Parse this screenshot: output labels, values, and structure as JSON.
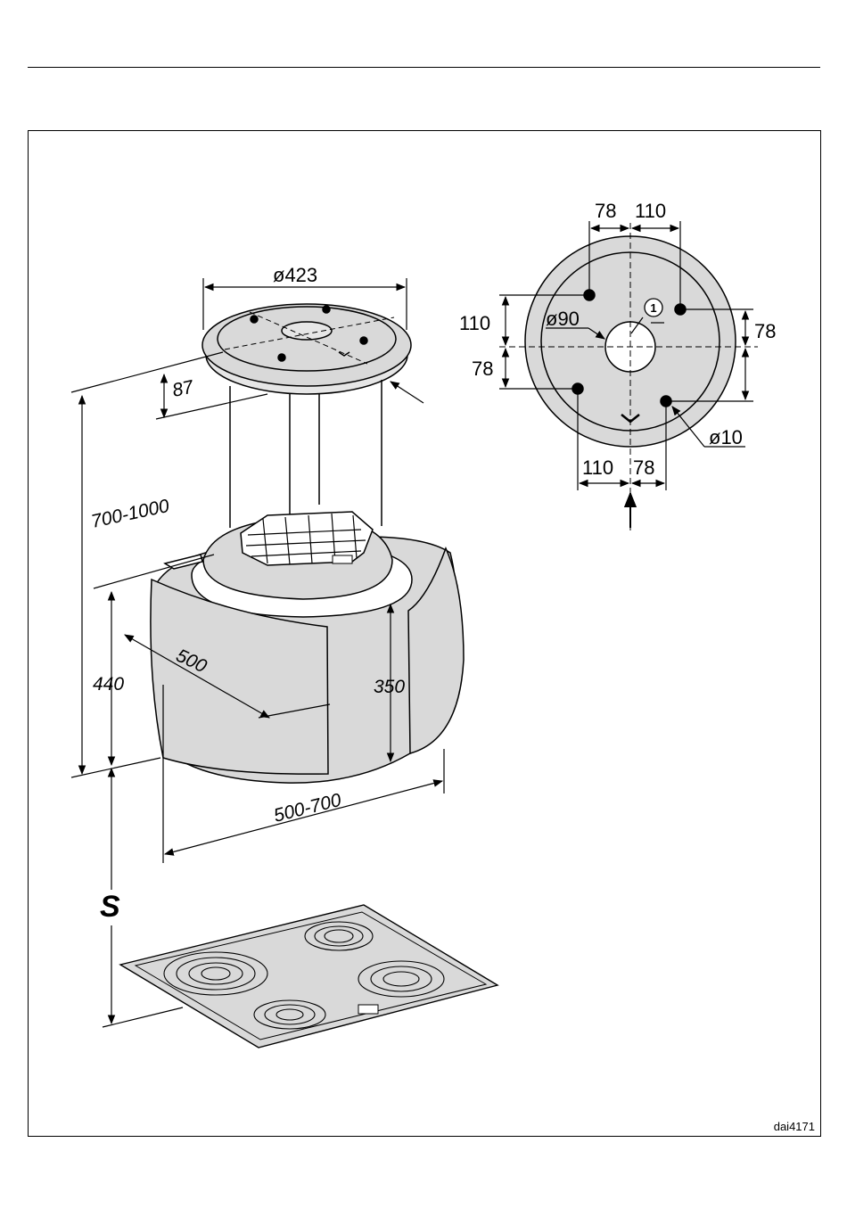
{
  "figure_id": "dai4171",
  "colors": {
    "fill": "#d9d9d9",
    "line": "#000000",
    "background": "#ffffff"
  },
  "hood": {
    "top_diameter": "ø423",
    "ring_height": "87",
    "overall_height_range": "700-1000",
    "body_height": "440",
    "body_depth": "500",
    "inner_height": "350",
    "width_range": "500-700",
    "clearance": "S"
  },
  "plan": {
    "top_left_offset": "78",
    "top_right_offset": "110",
    "left_upper_offset": "110",
    "left_lower_offset": "78",
    "right_offset": "78",
    "center_diameter": "ø90",
    "hole_diameter": "ø10",
    "bottom_left_offset": "110",
    "bottom_right_offset": "78",
    "callout": "1"
  }
}
